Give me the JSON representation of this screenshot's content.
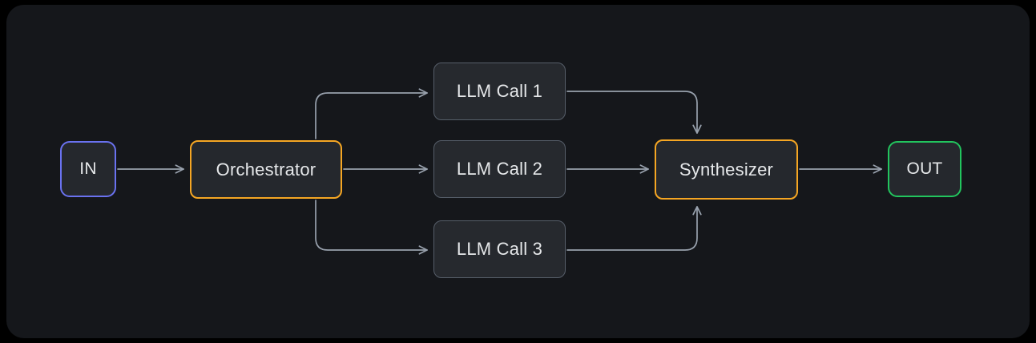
{
  "diagram": {
    "type": "orchestrator-workers-workflow",
    "background_color": "#15171b",
    "page_color": "#000000",
    "edge_color": "#98a1ad",
    "nodes": [
      {
        "id": "in",
        "label": "IN",
        "shape": "rounded-rect",
        "border_color": "#6a72f0",
        "fill_color": "#25282d",
        "role": "terminal-input"
      },
      {
        "id": "orch",
        "label": "Orchestrator",
        "shape": "rounded-rect",
        "border_color": "#f5a623",
        "fill_color": "#25282d",
        "role": "process"
      },
      {
        "id": "llm1",
        "label": "LLM Call 1",
        "shape": "rounded-rect",
        "border_color": "#565e69",
        "fill_color": "#26292e",
        "role": "worker"
      },
      {
        "id": "llm2",
        "label": "LLM Call 2",
        "shape": "rounded-rect",
        "border_color": "#565e69",
        "fill_color": "#26292e",
        "role": "worker"
      },
      {
        "id": "llm3",
        "label": "LLM Call 3",
        "shape": "rounded-rect",
        "border_color": "#565e69",
        "fill_color": "#26292e",
        "role": "worker"
      },
      {
        "id": "synth",
        "label": "Synthesizer",
        "shape": "rounded-rect",
        "border_color": "#f5a623",
        "fill_color": "#25282d",
        "role": "process"
      },
      {
        "id": "out",
        "label": "OUT",
        "shape": "rounded-rect",
        "border_color": "#22c55e",
        "fill_color": "#25282d",
        "role": "terminal-output"
      }
    ],
    "edges": [
      {
        "from": "in",
        "to": "orch",
        "style": "straight",
        "arrowhead": "open-v"
      },
      {
        "from": "orch",
        "to": "llm1",
        "style": "elbow-up",
        "arrowhead": "open-v"
      },
      {
        "from": "orch",
        "to": "llm2",
        "style": "straight",
        "arrowhead": "open-v"
      },
      {
        "from": "orch",
        "to": "llm3",
        "style": "elbow-down",
        "arrowhead": "open-v"
      },
      {
        "from": "llm1",
        "to": "synth",
        "style": "elbow-down",
        "arrowhead": "open-v"
      },
      {
        "from": "llm2",
        "to": "synth",
        "style": "straight",
        "arrowhead": "open-v"
      },
      {
        "from": "llm3",
        "to": "synth",
        "style": "elbow-up",
        "arrowhead": "open-v"
      },
      {
        "from": "synth",
        "to": "out",
        "style": "straight",
        "arrowhead": "open-v"
      }
    ]
  }
}
